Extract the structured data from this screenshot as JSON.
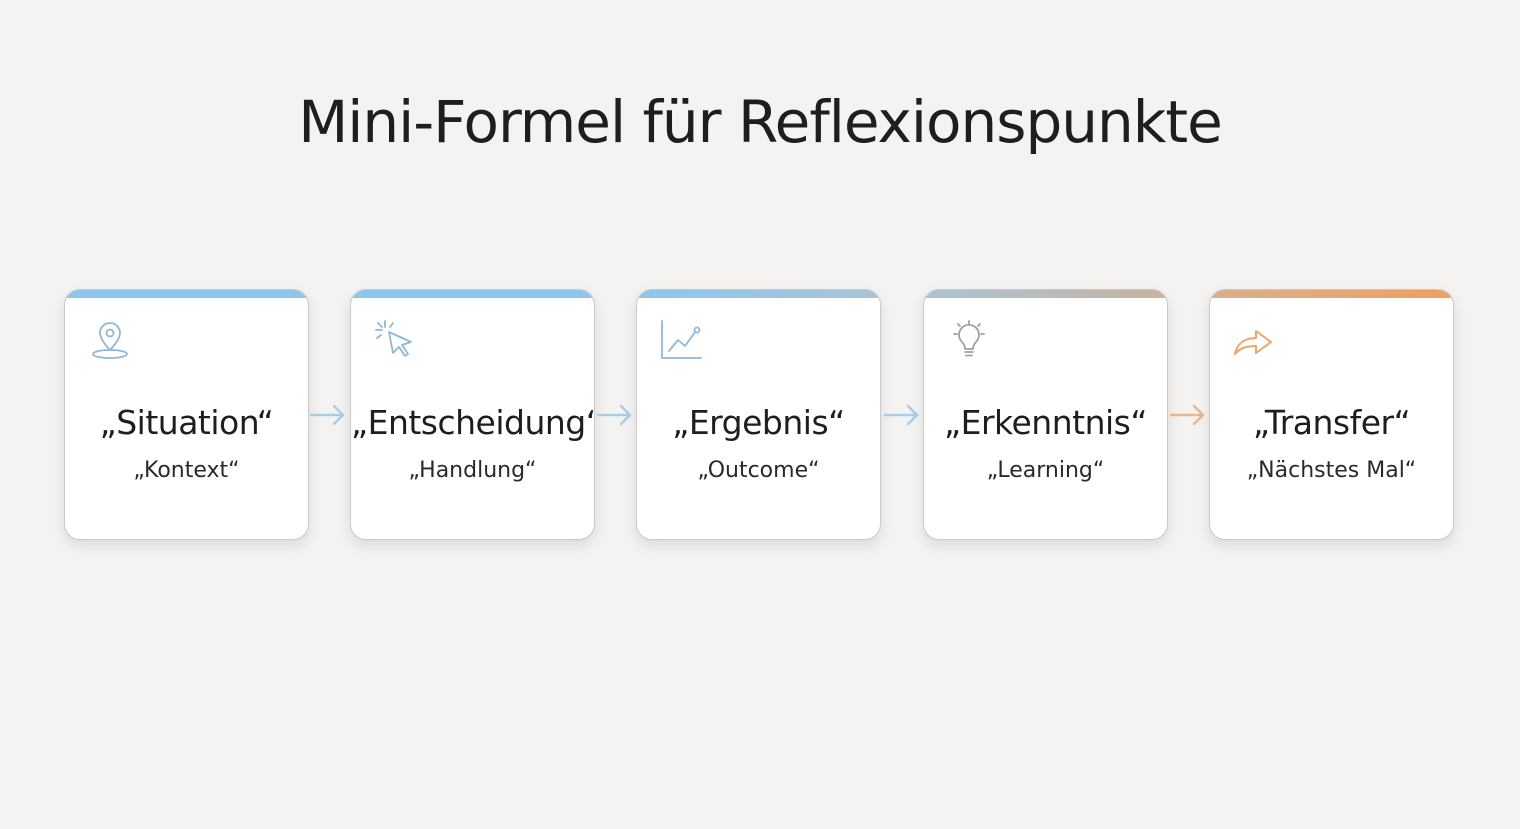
{
  "title": "Mini-Formel für Reflexionspunkte",
  "steps": [
    {
      "main": "„Situation“",
      "sub": "„Kontext“",
      "icon": "location-pin-icon",
      "bar": [
        "#8dc6ec",
        "#8dc6ec"
      ]
    },
    {
      "main": "„Entscheidung“",
      "sub": "„Handlung“",
      "icon": "cursor-click-icon",
      "bar": [
        "#8dc6ec",
        "#8dc6ec"
      ]
    },
    {
      "main": "„Ergebnis“",
      "sub": "„Outcome“",
      "icon": "chart-line-icon",
      "bar": [
        "#8dc6ec",
        "#a9c4d6"
      ]
    },
    {
      "main": "„Erkenntnis“",
      "sub": "„Learning“",
      "icon": "lightbulb-icon",
      "bar": [
        "#a9c4d6",
        "#c9b39e"
      ]
    },
    {
      "main": "„Transfer“",
      "sub": "„Nächstes Mal“",
      "icon": "forward-arrow-icon",
      "bar": [
        "#d6b08c",
        "#f0a060"
      ]
    }
  ],
  "colors": {
    "accent_blue": "#8dc6ec",
    "accent_orange": "#f0a060",
    "arrow_blue": "#a8cde6",
    "arrow_orange": "#eeb58c"
  }
}
